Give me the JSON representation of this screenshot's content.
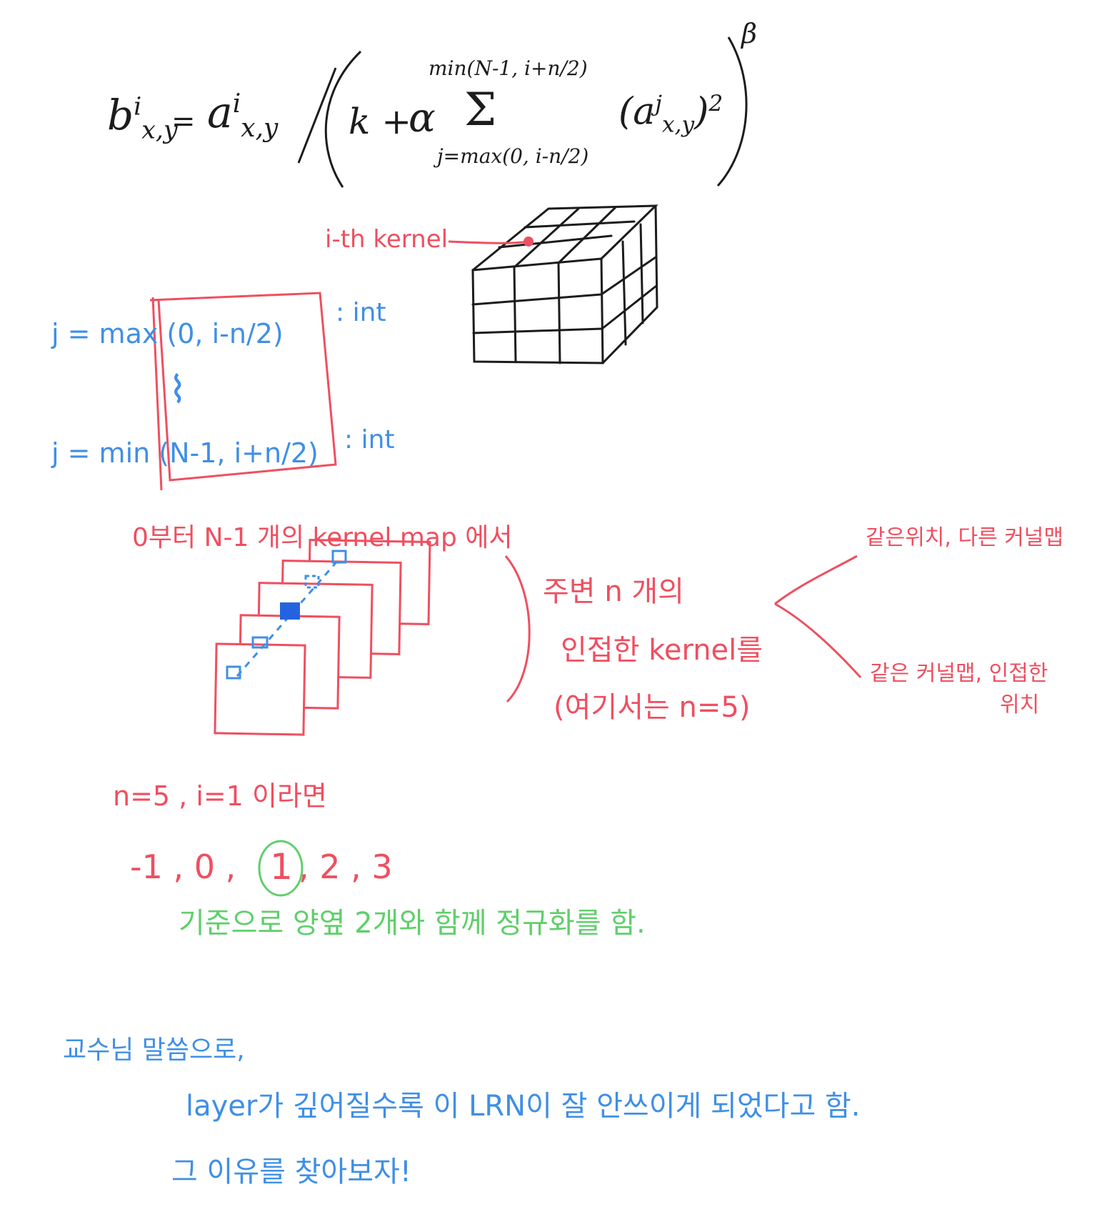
{
  "formula": {
    "lhs_base": "b",
    "lhs_sup": "i",
    "lhs_sub": "x,y",
    "equals": "=",
    "a_base": "a",
    "a_sup": "i",
    "a_sub": "x,y",
    "k_plus": "k +",
    "alpha": "α",
    "sigma": "Σ",
    "sum_upper": "min(N-1, i+n/2)",
    "sum_lower": "j=max(0, i-n/2)",
    "term_base": "(a",
    "term_sup": "j",
    "term_sub": "x,y",
    "term_close": ")",
    "term_pow": "2",
    "beta": "β"
  },
  "kernel_label": "i-th kernel",
  "range": {
    "start": "j = max (0, i-n/2)",
    "start_note": ": int",
    "dots": "⌇",
    "end": "j = min (N-1, i+n/2)",
    "end_note": ": int"
  },
  "maps_caption": "0부터 N-1 개의 kernel map 에서",
  "neighbors": {
    "line1": "주변 n 개의",
    "line2": "인접한 kernel를",
    "line3": "(여기서는 n=5)"
  },
  "branch": {
    "top": "같은위치, 다른 커널맵",
    "bottom_line1": "같은 커널맵, 인접한",
    "bottom_line2": "위치"
  },
  "example": {
    "condition": "n=5 , i=1 이라면",
    "seq_a": "-1 , 0 ,",
    "seq_circled": "1",
    "seq_b": ", 2 , 3",
    "note": "기준으로 양옆 2개와 함께 정규화를 함."
  },
  "closing": {
    "line1": "교수님 말씀으로,",
    "line2": "layer가 깊어질수록 이 LRN이 잘 안쓰이게 되었다고 함.",
    "line3": "그 이유를 찾아보자!"
  },
  "colors": {
    "ink_black": "#1c1c1c",
    "ink_red": "#ef4f60",
    "ink_blue": "#3f8fe6",
    "ink_green": "#5fcf6a"
  }
}
